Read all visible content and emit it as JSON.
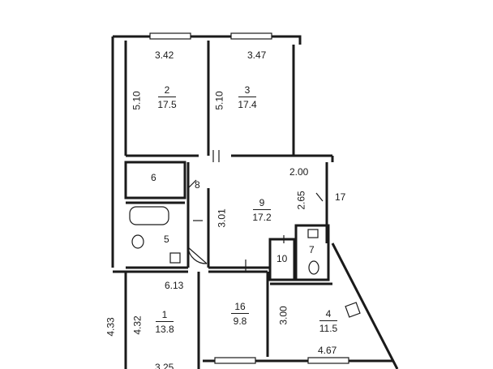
{
  "rooms": [
    {
      "number": "2",
      "area": "17.5"
    },
    {
      "number": "3",
      "area": "17.4"
    },
    {
      "number": "9",
      "area": "17.2"
    },
    {
      "number": "1",
      "area": "13.8"
    },
    {
      "number": "16",
      "area": "9.8"
    },
    {
      "number": "4",
      "area": "11.5"
    }
  ],
  "labels": {
    "room6": "6",
    "room5": "5",
    "room8": "8",
    "room10": "10",
    "room7": "7",
    "room17": "17"
  },
  "dimensions": {
    "d1": "3.42",
    "d2": "3.47",
    "d3": "5.10",
    "d4": "5.10",
    "d5": "2.00",
    "d6": "2.65",
    "d7": "3.01",
    "d8": "6.13",
    "d9": "4.33",
    "d10": "4.32",
    "d11": "3.00",
    "d12": "4.67",
    "d13": "3.25"
  }
}
